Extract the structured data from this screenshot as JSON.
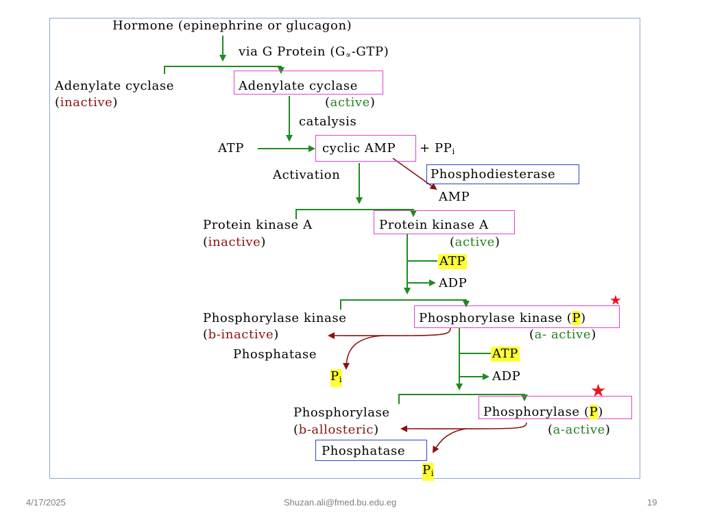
{
  "diagram": {
    "hormone": "Hormone (epinephrine or glucagon)",
    "via_g_protein": "via G Protein (G",
    "via_g_protein_sub": "∝",
    "via_g_protein_end": "-GTP)",
    "ac_inactive_name": "Adenylate cyclase",
    "ac_inactive_state": "inactive",
    "ac_active_name": "Adenylate cyclase",
    "ac_active_state": "active",
    "catalysis": "catalysis",
    "atp1": "ATP",
    "camp": "cyclic AMP",
    "ppi": "+ PP",
    "ppi_sub": "i",
    "activation": "Activation",
    "phosphodiesterase": "Phosphodiesterase",
    "amp": "AMP",
    "pka_inactive_name": "Protein kinase A",
    "pka_inactive_state": "inactive",
    "pka_active_name": "Protein kinase A",
    "pka_active_state": "active",
    "atp2": "ATP",
    "adp2": "ADP",
    "phk_inactive_name": "Phosphorylase kinase",
    "phk_inactive_state": "b-inactive",
    "phk_active_name": "Phosphorylase kinase (",
    "phk_active_p": "P",
    "phk_active_end": ")",
    "phk_active_state": "a- active",
    "phosphatase1": "Phosphatase",
    "pi1": "P",
    "pi1_sub": "i",
    "atp3": "ATP",
    "adp3": "ADP",
    "ph_inactive_name": "Phosphorylase",
    "ph_inactive_state": "b-allosteric",
    "ph_active_name": "Phosphorylase (",
    "ph_active_p": "P",
    "ph_active_end": ")",
    "ph_active_state": "a-active",
    "phosphatase2": "Phosphatase",
    "pi2": "P",
    "pi2_sub": "i"
  },
  "footer": {
    "date": "4/17/2025",
    "email": "Shuzan.ali@fmed.bu.edu.eg",
    "page": "19"
  },
  "colors": {
    "arrow_green": "#1f8a1f",
    "arrow_red": "#8a1010",
    "box_pink": "#e040d0",
    "box_blue": "#3040c8",
    "highlight": "#ffff33",
    "star": "#e8141e",
    "frame": "#8fa6c6"
  }
}
